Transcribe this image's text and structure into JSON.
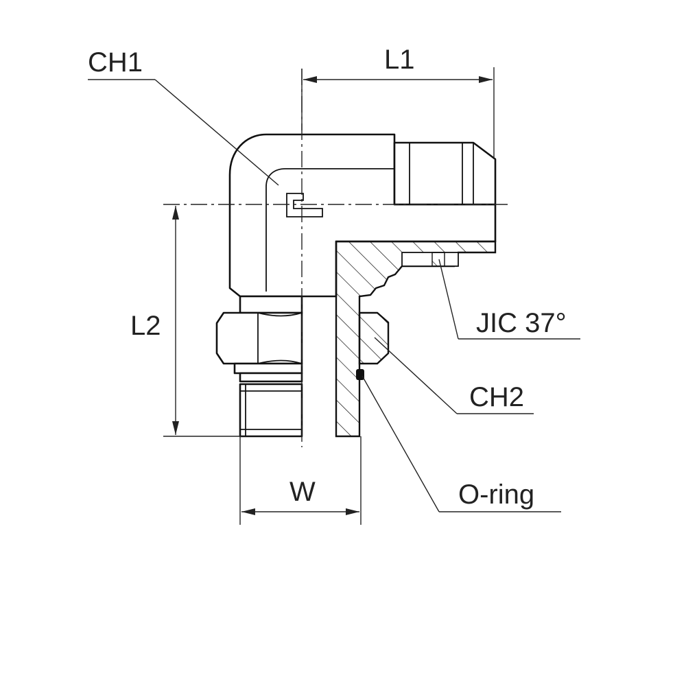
{
  "diagram": {
    "labels": {
      "ch1": "CH1",
      "l1": "L1",
      "l2": "L2",
      "jic": "JIC 37°",
      "ch2": "CH2",
      "w": "W",
      "oring": "O-ring"
    },
    "colors": {
      "line": "#111111",
      "background": "#ffffff"
    }
  }
}
